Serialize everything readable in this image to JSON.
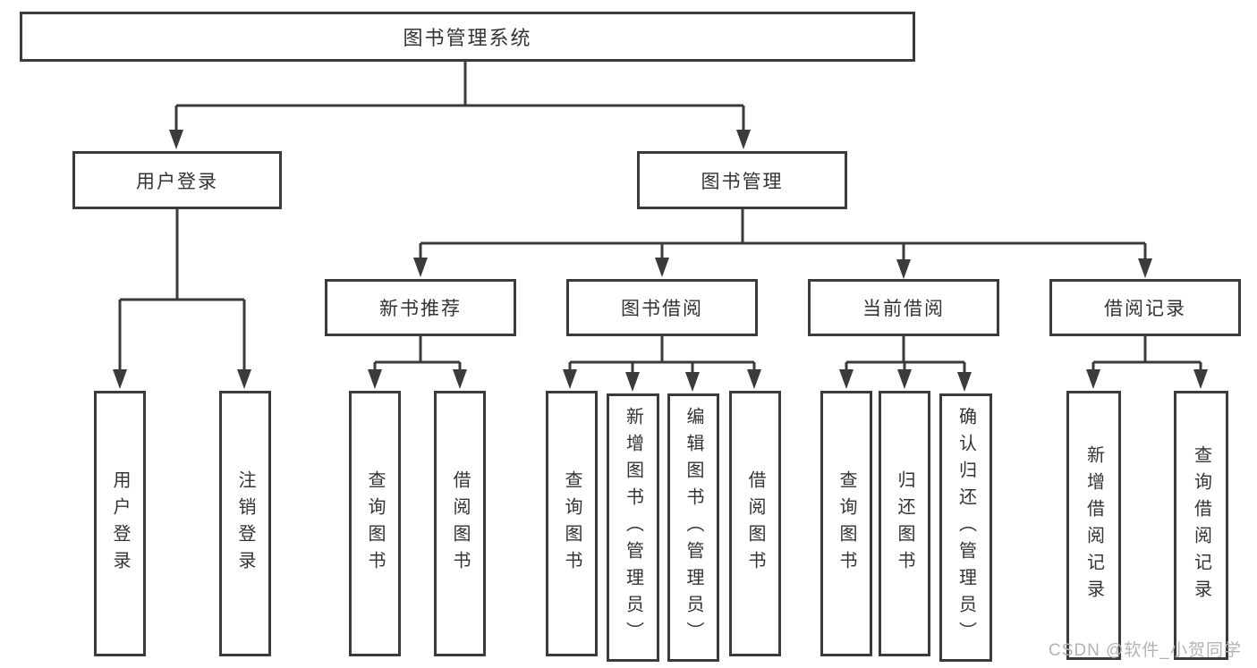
{
  "nodes": {
    "root": {
      "label": "图书管理系统"
    },
    "user_login": {
      "label": "用户登录"
    },
    "book_management": {
      "label": "图书管理"
    },
    "new_book_recommend": {
      "label": "新书推荐"
    },
    "book_borrowing": {
      "label": "图书借阅"
    },
    "current_borrowing": {
      "label": "当前借阅"
    },
    "borrowing_records": {
      "label": "借阅记录"
    },
    "leaf_user_login": {
      "label": "用户登录"
    },
    "leaf_logout": {
      "label": "注销登录"
    },
    "leaf_nb_query_book": {
      "label": "查询图书"
    },
    "leaf_nb_borrow_book": {
      "label": "借阅图书"
    },
    "leaf_bb_query_book": {
      "label": "查询图书"
    },
    "leaf_bb_add_book": {
      "label": "新增图书（管理员）"
    },
    "leaf_bb_edit_book": {
      "label": "编辑图书（管理员）"
    },
    "leaf_bb_borrow_book": {
      "label": "借阅图书"
    },
    "leaf_cb_query_book": {
      "label": "查询图书"
    },
    "leaf_cb_return_book": {
      "label": "归还图书"
    },
    "leaf_cb_confirm_return": {
      "label": "确认归还（管理员）"
    },
    "leaf_br_add_record": {
      "label": "新增借阅记录"
    },
    "leaf_br_query_record": {
      "label": "查询借阅记录"
    }
  },
  "watermark": {
    "text": "CSDN @软件_小贺同学"
  },
  "colors": {
    "line": "#3b3b3b",
    "text": "#333333",
    "watermark": "#b3b3b3",
    "background": "#ffffff"
  }
}
